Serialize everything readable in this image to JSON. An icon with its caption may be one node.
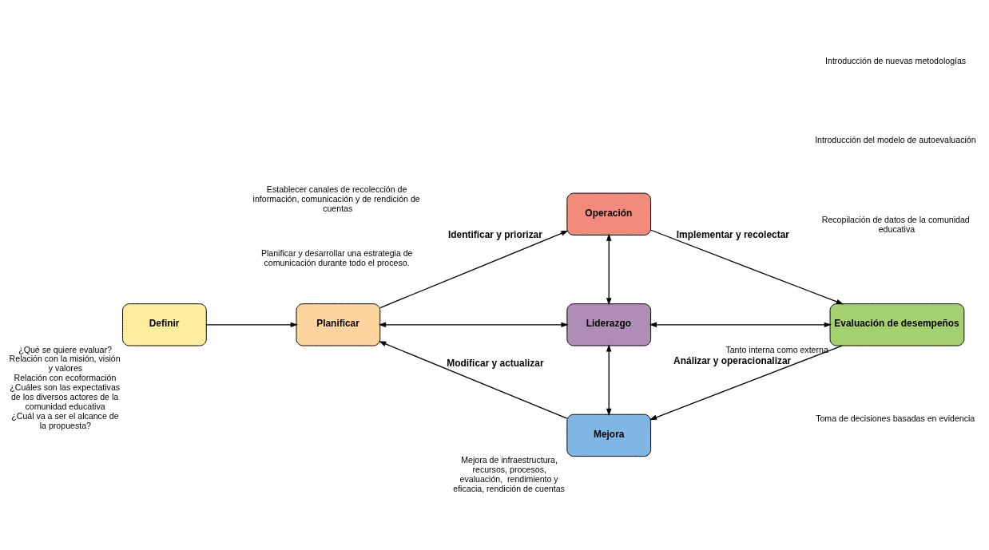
{
  "diagram": {
    "nodes": [
      {
        "text": [
          "Definir"
        ],
        "beside": [
          "¿Qué se quiere evaluar?",
          "Relación con la misión, visión y valores",
          "Relación con ecoformación",
          "¿Cuáles son las expectativas de los diversos actores de la comunidad educativa",
          "¿Cuál va a ser el alcance de la propuesta?"
        ]
      },
      {
        "text": [
          "Planificar"
        ]
      },
      {
        "text": [
          "Operación"
        ]
      },
      {
        "text": [
          "Liderazgo"
        ]
      },
      {
        "text": [
          "Evaluación de desempeños"
        ],
        "beside": [
          "Tanto interna como externa"
        ]
      },
      {
        "text": [
          "Mejora"
        ],
        "beside": [
          "Mejora de infraestructura, recursos, procesos, evaluación,  rendimiento y eficacia, rendición de cuentas"
        ]
      }
    ],
    "edges": [
      {
        "from": 0,
        "to": 1,
        "arrow": "to"
      },
      {
        "from": 1,
        "to": 3,
        "arrow": "both"
      },
      {
        "from": 3,
        "to": 4,
        "arrow": "both"
      },
      {
        "from": 3,
        "to": 2,
        "arrow": "both"
      },
      {
        "from": 3,
        "to": 5,
        "arrow": "both"
      },
      {
        "from": 1,
        "to": 2,
        "arrow": "to",
        "label": "Identificar y priorizar"
      },
      {
        "from": 2,
        "to": 4,
        "arrow": "to",
        "label": "Implementar y recolectar"
      },
      {
        "from": 4,
        "to": 5,
        "arrow": "to",
        "label": "Análizar y operacionalizar"
      },
      {
        "from": 5,
        "to": 1,
        "arrow": "to",
        "label": "Modificar y actualizar"
      }
    ],
    "labels": [
      "Planificar y desarrollar una estrategia de comunicación durante todo el proceso.",
      "Establecer canales de recolección de información, comunicación y de rendición de cuentas",
      "Introducción de nuevas metodologías",
      "Introducción del modelo de autoevaluación",
      "Recopilación de datos de la comunidad educativa",
      "Toma de decisiones basadas en evidencia"
    ]
  }
}
